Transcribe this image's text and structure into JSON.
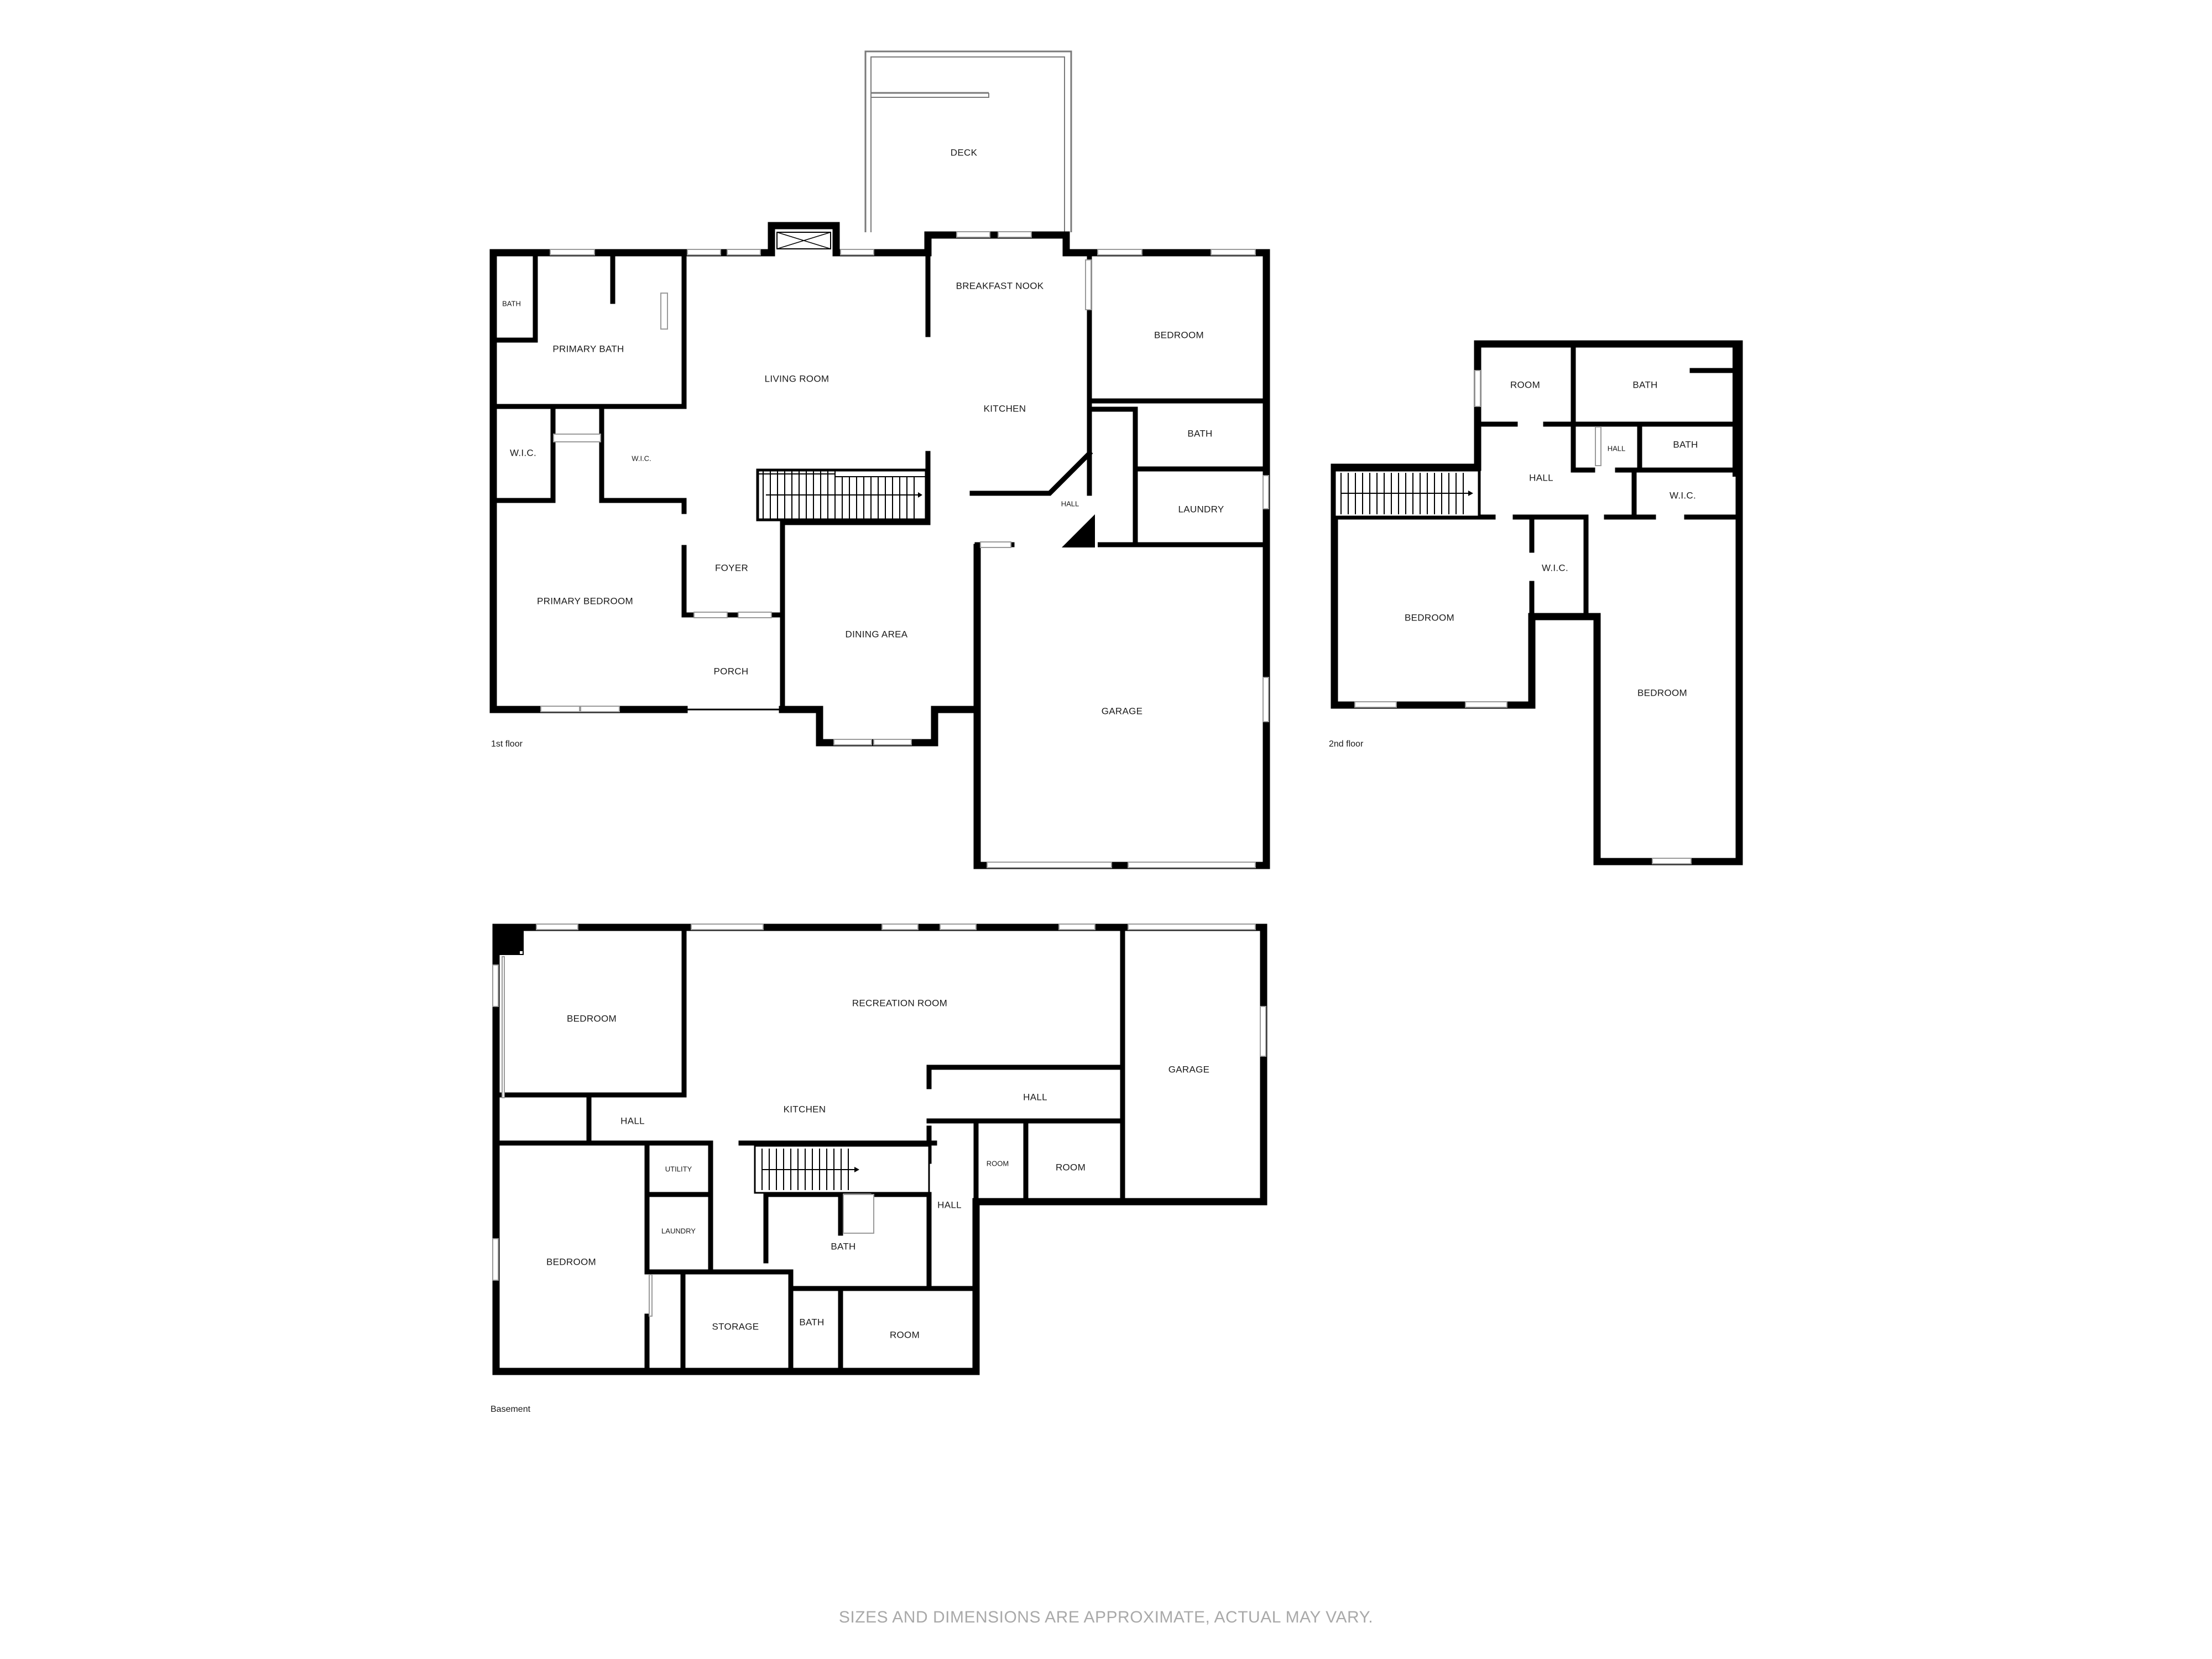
{
  "floors": {
    "first": {
      "title": "1st floor",
      "rooms": {
        "deck": "DECK",
        "bath": "BATH",
        "primary_bath": "PRIMARY BATH",
        "living_room": "LIVING ROOM",
        "breakfast_nook": "BREAKFAST NOOK",
        "bedroom": "BEDROOM",
        "kitchen": "KITCHEN",
        "bath2": "BATH",
        "wic1": "W.I.C.",
        "wic2": "W.I.C.",
        "hall": "HALL",
        "laundry": "LAUNDRY",
        "foyer": "FOYER",
        "primary_bedroom": "PRIMARY BEDROOM",
        "dining_area": "DINING AREA",
        "porch": "PORCH",
        "garage": "GARAGE"
      }
    },
    "second": {
      "title": "2nd floor",
      "rooms": {
        "room": "ROOM",
        "bath": "BATH",
        "hall_small": "HALL",
        "bath2": "BATH",
        "hall": "HALL",
        "wic_right": "W.I.C.",
        "wic_mid": "W.I.C.",
        "bedroom_left": "BEDROOM",
        "bedroom_right": "BEDROOM"
      }
    },
    "basement": {
      "title": "Basement",
      "rooms": {
        "bedroom_top": "BEDROOM",
        "recreation_room": "RECREATION ROOM",
        "garage": "GARAGE",
        "hall_right": "HALL",
        "kitchen": "KITCHEN",
        "hall_left": "HALL",
        "utility": "UTILITY",
        "room_small": "ROOM",
        "room_mid": "ROOM",
        "hall_vertical": "HALL",
        "laundry": "LAUNDRY",
        "bedroom_bottom": "BEDROOM",
        "bath": "BATH",
        "storage": "STORAGE",
        "bath2": "BATH",
        "room_bottom": "ROOM"
      }
    }
  },
  "footer": {
    "disclaimer": "SIZES AND DIMENSIONS ARE APPROXIMATE, ACTUAL MAY VARY."
  }
}
